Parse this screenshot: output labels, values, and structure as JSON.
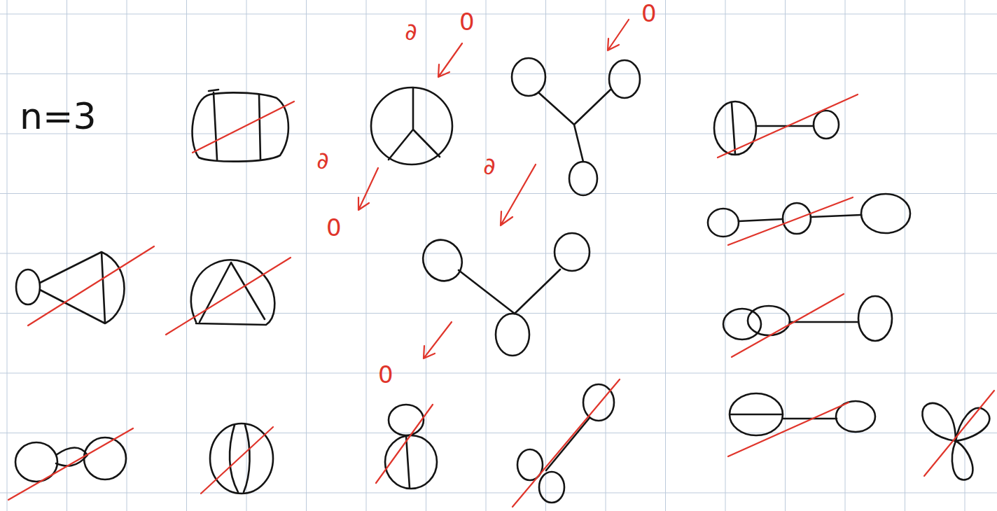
{
  "diagram": {
    "labels": [
      "n=3",
      "∂",
      "0",
      "0",
      "∂",
      "0",
      "∂",
      "0"
    ]
  }
}
